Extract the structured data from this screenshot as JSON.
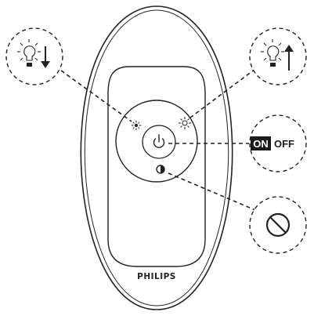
{
  "remote": {
    "brand": "PHILIPS"
  },
  "callouts": {
    "dim_down": {
      "icon": "bulb-arrow-down-icon"
    },
    "dim_up": {
      "icon": "bulb-arrow-up-icon"
    },
    "power": {
      "on_label": "ON",
      "off_label": "OFF"
    },
    "disabled": {
      "icon": "no-symbol-icon"
    }
  },
  "buttons": {
    "brightness_down": {
      "icon": "sun-small-icon"
    },
    "brightness_up": {
      "icon": "sun-outline-icon"
    },
    "power": {
      "icon": "power-icon"
    },
    "extra": {
      "icon": "half-moon-icon"
    }
  },
  "colors": {
    "outline": "#222222",
    "on_badge_bg": "#1a1a1a",
    "on_badge_text": "#ffffff"
  }
}
